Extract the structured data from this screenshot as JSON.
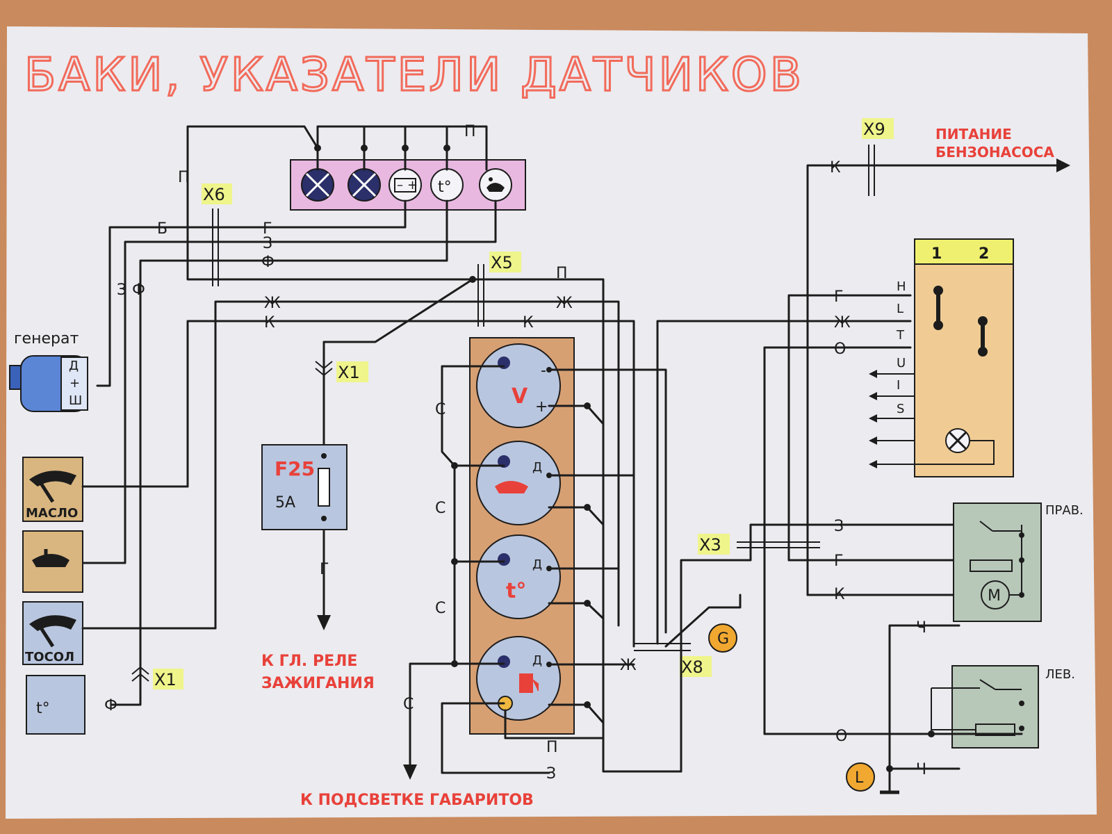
{
  "title": "БАКИ, УКАЗАТЕЛИ  ДАТЧИКОВ",
  "wire_labels": {
    "P": "П",
    "B": "Б",
    "G": "Г",
    "Z": "З",
    "F": "Ф",
    "Zh": "Ж",
    "K": "К",
    "S": "С",
    "O": "О",
    "Ch": "Ч"
  },
  "connectors": {
    "x1": "Х1",
    "x3": "Х3",
    "x5": "Х5",
    "x6": "Х6",
    "x8": "Х8",
    "x9": "Х9"
  },
  "components": {
    "generator_label": "генерат",
    "generator_terminals": "Д + Ш",
    "oil_gauge_label": "МАСЛО",
    "coolant_gauge_label": "ТОСОЛ",
    "fuse_name": "F25",
    "fuse_rating": "5А",
    "right_tank": "ПРАВ.",
    "left_tank": "ЛЕВ.",
    "switch_header": [
      "1",
      "2"
    ],
    "switch_positions": [
      "H",
      "L",
      "T",
      "U",
      "I",
      "S"
    ],
    "gauge_volt_symbol": "V",
    "gauge_d": "Д",
    "gauge_minus": "-",
    "gauge_plus": "+",
    "temp_symbol": "t°",
    "g_badge": "G",
    "l_badge": "L",
    "motor": "M"
  },
  "annotations": {
    "fuel_pump_line1": "ПИТАНИЕ",
    "fuel_pump_line2": "БЕНЗОНАСОСА",
    "ignition_line1": "К ГЛ. РЕЛЕ",
    "ignition_line2": "ЗАЖИГАНИЯ",
    "marker_lights": "К ПОДСВЕТКЕ  ГАБАРИТОВ"
  }
}
